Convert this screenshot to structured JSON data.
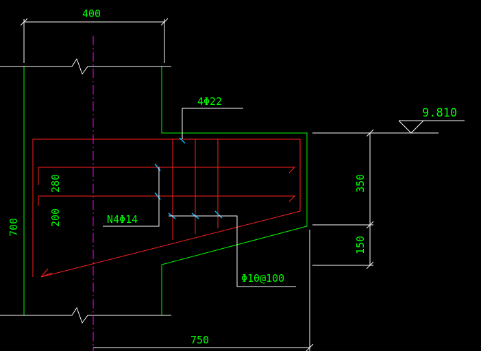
{
  "drawing": {
    "dim_column_width": "400",
    "dim_corbel_width": "750",
    "dim_total_height": "700",
    "dim_height_upper": "350",
    "dim_height_lower": "150",
    "dim_bar_spacing_upper": "280",
    "dim_bar_spacing_lower": "200",
    "label_top_bars": "4Φ22",
    "label_mid_bars": "N4Φ14",
    "label_stirrups": "Φ10@100",
    "elevation": "9.810"
  },
  "colors": {
    "background": "#000000",
    "outline": "#00ff00",
    "rebar": "#ff2020",
    "centerline": "#ff00ff",
    "dimension": "#ffffff",
    "text": "#00ff00",
    "tick": "#00c0ff"
  }
}
